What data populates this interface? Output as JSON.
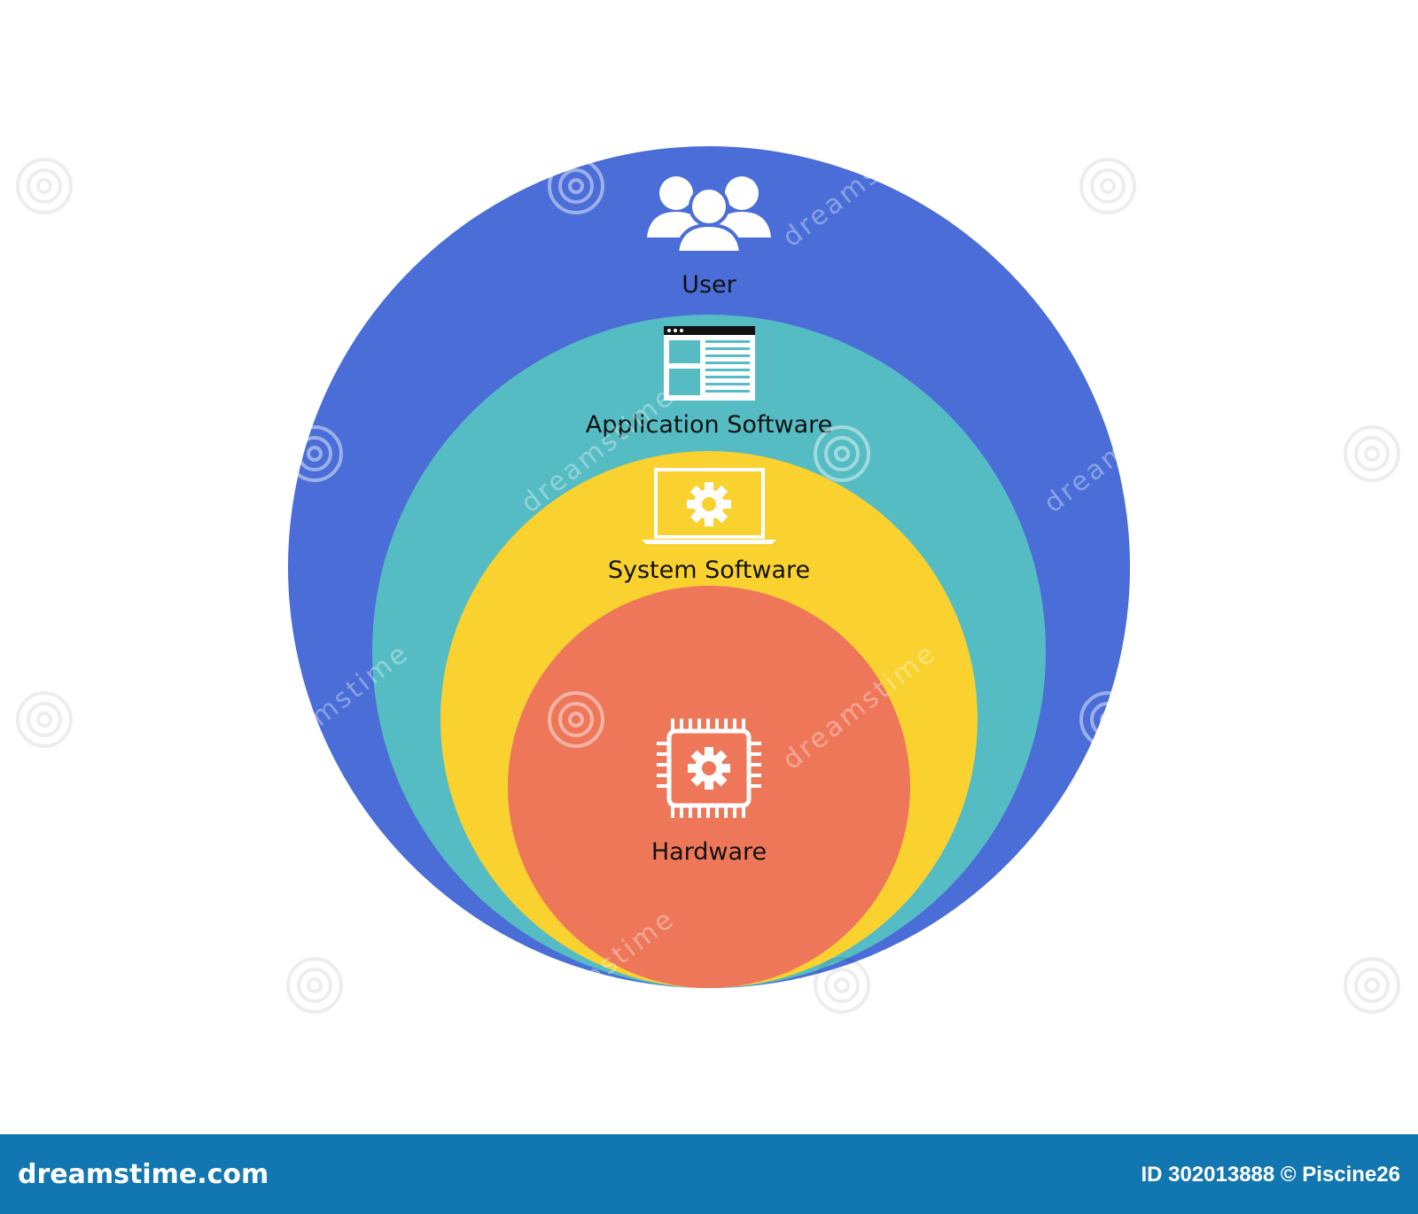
{
  "layers": [
    {
      "key": "user",
      "label": "User",
      "color": "#4a6dd8",
      "icon": "users-group-icon"
    },
    {
      "key": "application",
      "label": "Application Software",
      "color": "#55bcc4",
      "icon": "application-window-icon"
    },
    {
      "key": "system",
      "label": "System Software",
      "color": "#f9d230",
      "icon": "laptop-gear-icon"
    },
    {
      "key": "hardware",
      "label": "Hardware",
      "color": "#ee775a",
      "icon": "chip-gear-icon"
    }
  ],
  "watermark": {
    "text": "dreamstime"
  },
  "footer": {
    "brand": "dreamstime.com",
    "credit": "ID 302013888 © Piscine26",
    "bg_color": "#1276b0"
  }
}
